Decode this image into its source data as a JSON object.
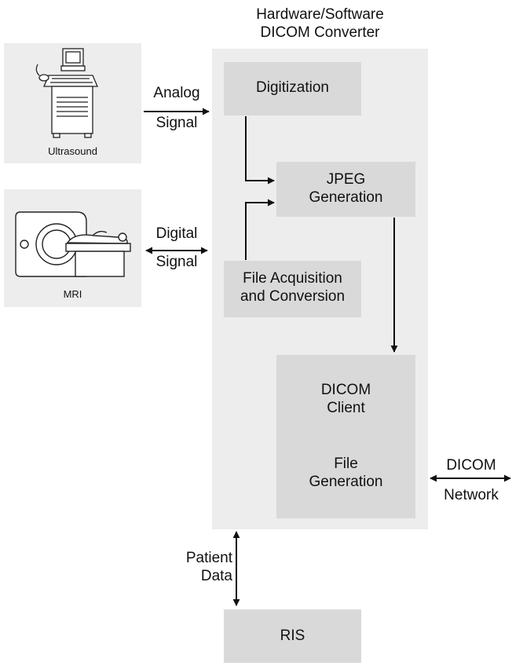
{
  "converter": {
    "title_line1": "Hardware/Software",
    "title_line2": "DICOM Converter"
  },
  "devices": {
    "ultrasound": "Ultrasound",
    "mri": "MRI"
  },
  "signals": {
    "analog_line1": "Analog",
    "analog_line2": "Signal",
    "digital_line1": "Digital",
    "digital_line2": "Signal"
  },
  "steps": {
    "digitization": "Digitization",
    "jpeg_line1": "JPEG",
    "jpeg_line2": "Generation",
    "file_acq_line1": "File Acquisition",
    "file_acq_line2": "and Conversion",
    "dicom_client_line1": "DICOM",
    "dicom_client_line2": "Client",
    "file_gen_line1": "File",
    "file_gen_line2": "Generation"
  },
  "network": {
    "line1": "DICOM",
    "line2": "Network"
  },
  "patient_data": {
    "line1": "Patient",
    "line2": "Data"
  },
  "ris": "RIS",
  "colors": {
    "panel": "#ededed",
    "box": "#d9d9d9",
    "line": "#111111"
  }
}
